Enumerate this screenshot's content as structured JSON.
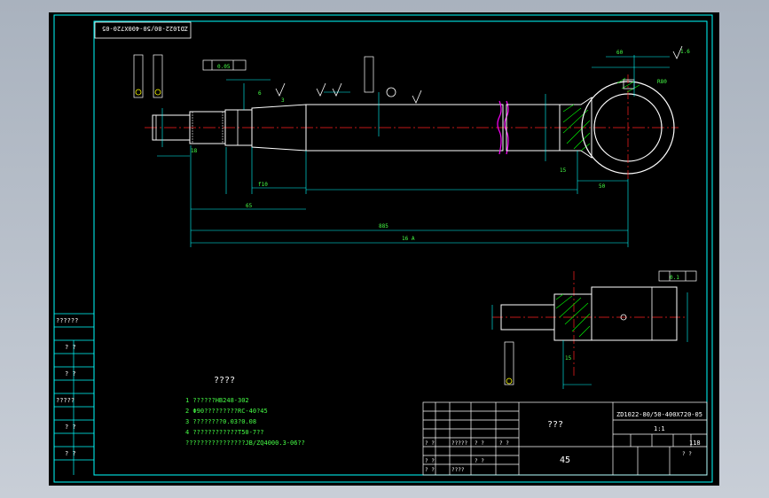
{
  "drawing_number_top": "ZD1022-80/50-400X720-05",
  "technical_requirements": {
    "title": "????",
    "items": [
      "1 ??????HB248-302",
      "2 Φ90?????????RC-40?45",
      "3 ????????0.03?0.08",
      "4 ????????????T50-7??",
      "  ????????????????JB/ZQ4000.3-06??"
    ]
  },
  "title_block": {
    "part_name": "???",
    "drawing_number": "ZD1022-80/50-400X720-05",
    "material": "45",
    "scale": "1:1",
    "sheet": "118",
    "small_cells": [
      "? ?",
      "?????",
      "? ?",
      "? ?",
      "? ?",
      "? ?",
      "? ?",
      "????",
      "? ?"
    ]
  },
  "left_strip": {
    "cells": [
      "??????",
      "? ?",
      "? ?",
      "?????",
      "? ?",
      "? ?"
    ]
  },
  "dimensions": {
    "total_length": "885",
    "length_code": "16 A",
    "dim_50": "50",
    "dim_18": "18",
    "dim_f10": "f10",
    "dim_6": "6",
    "dim_3": "3",
    "dim_65": "65",
    "dim_15": "15",
    "dim_60": "60",
    "dim_R80": "R80",
    "dim_0_05": "0.05",
    "dim_0_1": "0.1",
    "dim_1_6": "1.6"
  },
  "colors": {
    "background": "#000000",
    "frame": "#00ffff",
    "outline": "#ffffff",
    "dimension": "#00ffff",
    "text": "#46ff46",
    "center": "#ff2020",
    "hatch": "#00ff00",
    "highlight": "#ff00ff",
    "annotation": "#ffff00"
  }
}
